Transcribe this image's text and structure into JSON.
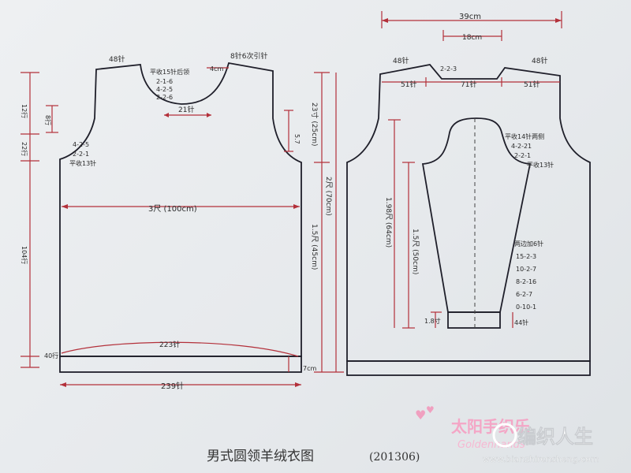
{
  "title": "男式圆领羊绒衣图",
  "date": "(201306)",
  "front": {
    "shoulder_left": "48针",
    "shoulder_right": "8针6次引针",
    "neck_shaping": [
      "平收15针后领",
      "2-1-6",
      "4-2-5",
      "2-2-6"
    ],
    "neck_depth": "4cm",
    "neck_width": "21针",
    "armhole_shaping": [
      "4-2-5",
      "2-2-1",
      "平收13针"
    ],
    "armhole_height": "5.7",
    "chest_width": "3尺 (100cm)",
    "hem_decrease": "223针",
    "cast_on": "239针",
    "rib_height": "7cm",
    "left_rows": [
      "12行",
      "8行",
      "22行",
      "104行",
      "40行"
    ],
    "side_lengths": [
      "2尺 (70cm)",
      "1.5尺 (45cm)"
    ],
    "armhole_depth": "23寸 (25cm)"
  },
  "back": {
    "total_width": "39cm",
    "neck_width": "18cm",
    "shoulder_left": "48针",
    "shoulder_right": "48针",
    "neck_dec": "2-2-3",
    "upper_widths": [
      "51针",
      "71针",
      "51针"
    ],
    "sleeve_cap_shaping": [
      "平收14针两侧",
      "4-2-21",
      "2-2-1",
      "平收13针"
    ],
    "sleeve_lengths": [
      "1.98尺 (64cm)",
      "1.5尺 (50cm)"
    ],
    "sleeve_increase_title": "两边加6针",
    "sleeve_increase": [
      "15-2-3",
      "10-2-7",
      "8-2-16",
      "6-2-7",
      "0-10-1"
    ],
    "cuff_height": "1.8寸",
    "cuff_stitches": "44针"
  },
  "watermark": {
    "brand_cn": "太阳手织乐",
    "brand_en": "Goldenhands",
    "site_logo": "编织人生",
    "url": "www.bianzhirensheng.com"
  }
}
